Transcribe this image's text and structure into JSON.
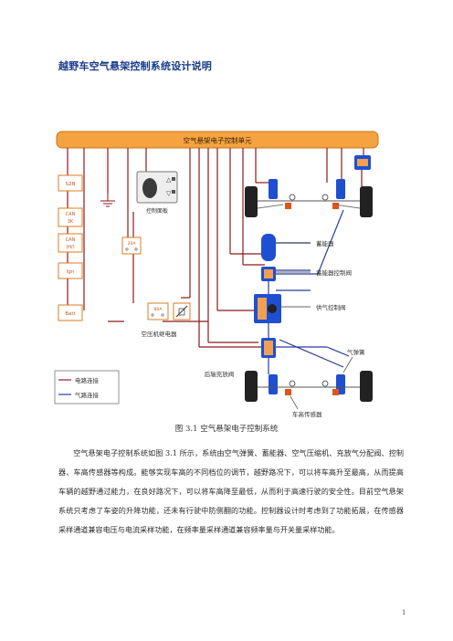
{
  "document": {
    "title": "越野车空气悬架控制系统设计说明",
    "page_number": "1"
  },
  "figure": {
    "controller_label": "空气悬架电子控制单元",
    "panel_label": "控制面板",
    "sensor_inputs": [
      {
        "label": "S2B"
      },
      {
        "label": "CAN\n3K"
      },
      {
        "label": "CAN\n(H/)"
      },
      {
        "label": "Ign"
      },
      {
        "label": "Batt"
      }
    ],
    "small_box_labels": {
      "box_20a": "20A",
      "box_80a": "80A"
    },
    "component_labels": {
      "accumulator": "蓄能器",
      "accumulator_valve": "蓄能器控制阀",
      "supply_valve": "供气控制阀",
      "air_spring": "气弹簧",
      "rear_fill_valve": "后轴充放阀",
      "height_sensor": "车高传感器",
      "compressor_relay": "空压机继电器"
    },
    "legend": {
      "electric": "电路连接",
      "pneumatic": "气路连接"
    },
    "caption": "图 3.1   空气悬架电子控制系统"
  },
  "body": {
    "paragraph": "空气悬架电子控制系统如图 3.1 所示，系统由空气弹簧、蓄能器、空气压缩机、充放气分配阀、控制器、车高传感器等构成。能够实现车高的不同档位的调节，越野路况下，可以将车高升至最高，从而提高车辆的越野通过能力，在良好路况下，可以将车高降至最低，从而利于高速行驶的安全性。目前空气悬架系统只考虑了车姿的升降功能，还未有行驶中防侧翻的功能。控制器设计时考虑到了功能拓展，在传感器采样通道兼容电压与电流采样功能，在频率量采样通道兼容频率量与开关量采样功能。"
  },
  "colors": {
    "controller_fill": "#f4a340",
    "box_stroke": "#e07a1e",
    "electric_line": "#8b1a1a",
    "pneumatic_line": "#2a3c9a",
    "valve_fill": "#1f4fd1",
    "title_color": "#1a3c8c"
  }
}
